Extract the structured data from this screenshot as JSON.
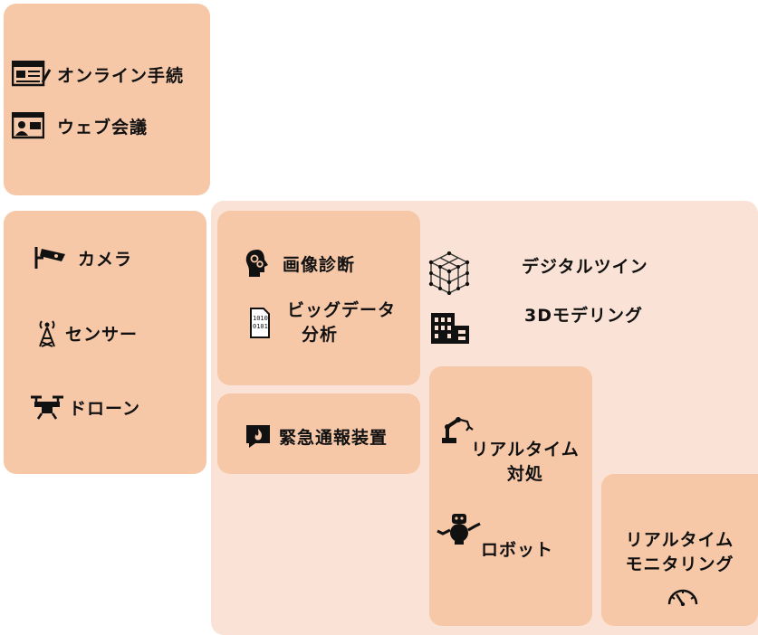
{
  "colors": {
    "box_dark": "#f6c8a8",
    "box_light": "#fae3d6",
    "text": "#111111"
  },
  "group_top": {
    "items": [
      {
        "icon": "browser-form-icon",
        "label": "オンライン手続"
      },
      {
        "icon": "video-conference-icon",
        "label": "ウェブ会議"
      }
    ]
  },
  "group_left": {
    "items": [
      {
        "icon": "security-camera-icon",
        "label": "カメラ"
      },
      {
        "icon": "sensor-tower-icon",
        "label": "センサー"
      },
      {
        "icon": "drone-icon",
        "label": "ドローン"
      }
    ]
  },
  "group_analysis": {
    "items": [
      {
        "icon": "brain-head-icon",
        "label": "画像診断"
      },
      {
        "icon": "binary-file-icon",
        "label_line1": "ビッグデータ",
        "label_line2": "分析"
      }
    ]
  },
  "group_alert": {
    "icon": "alert-fire-icon",
    "label": "緊急通報装置"
  },
  "group_twin": {
    "icon_cube": "3d-cube-icon",
    "icon_building": "building-icon",
    "label_twin": "デジタルツイン",
    "label_model": "3Dモデリング"
  },
  "group_realtime": {
    "icon_arm": "robot-arm-icon",
    "label_line1": "リアルタイム",
    "label_line2": "対処",
    "icon_robot": "robot-icon",
    "label_robot": "ロボット"
  },
  "group_monitor": {
    "label_line1": "リアルタイム",
    "label_line2": "モニタリング",
    "icon": "gauge-icon"
  }
}
